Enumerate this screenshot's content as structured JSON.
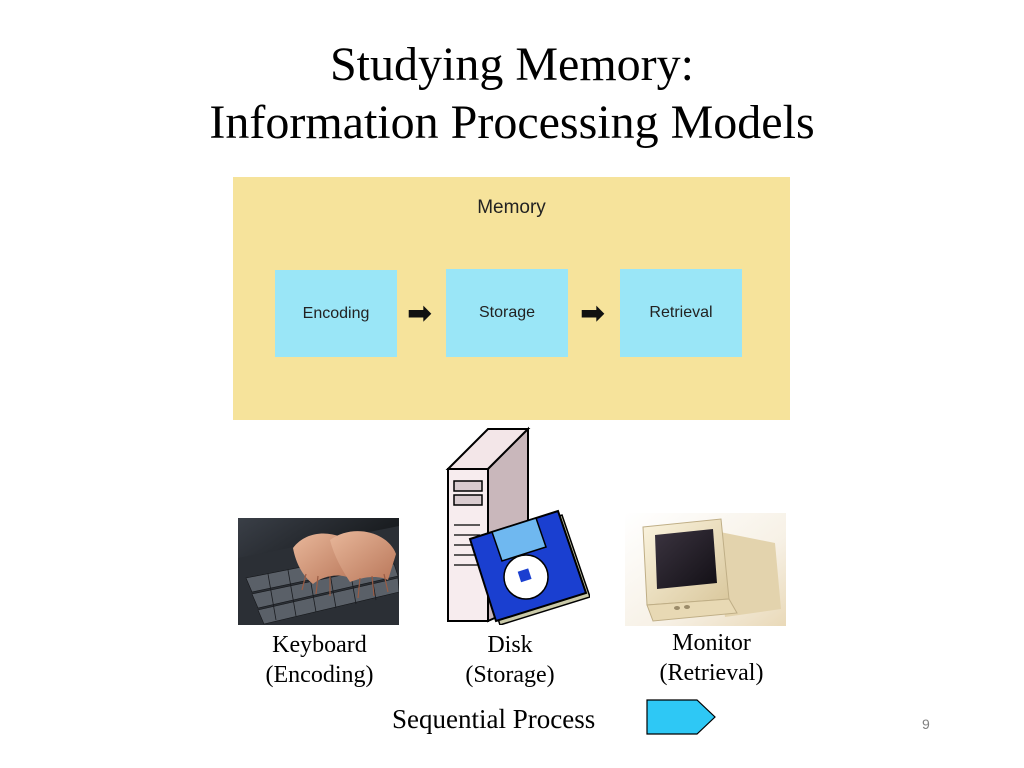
{
  "slide": {
    "title_line1": "Studying Memory:",
    "title_line2": "Information Processing Models",
    "page_number": "9"
  },
  "memory_diagram": {
    "label": "Memory",
    "stages": [
      "Encoding",
      "Storage",
      "Retrieval"
    ],
    "panel_color": "#f6e39b",
    "stage_color": "#9ae6f7"
  },
  "devices": {
    "keyboard": {
      "name": "Keyboard",
      "role": "(Encoding)"
    },
    "disk": {
      "name": "Disk",
      "role": "(Storage)"
    },
    "monitor": {
      "name": "Monitor",
      "role": "(Retrieval)"
    }
  },
  "footer": {
    "sequence_label": "Sequential Process",
    "arrow_color": "#2ec8f5"
  }
}
